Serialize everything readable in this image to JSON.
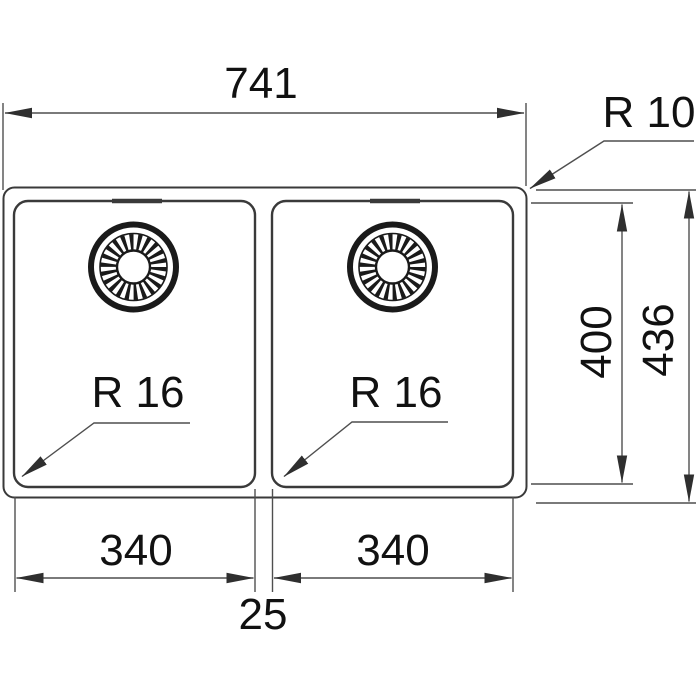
{
  "drawing": {
    "type": "technical-dimension-drawing",
    "subject": "double-bowl sink, top view",
    "dims": {
      "total_width": "741",
      "corner_radius_outer": "R 10",
      "bowl_depth_inner": "400",
      "total_depth": "436",
      "bowl_radius_left": "R 16",
      "bowl_radius_right": "R 16",
      "bowl_width_left": "340",
      "bowl_width_right": "340",
      "center_divider_width": "25"
    },
    "symbols": {
      "left_drain": "drain-outlet-icon",
      "right_drain": "drain-outlet-icon"
    },
    "colors": {
      "background": "#ffffff",
      "outline": "#3a3a3a",
      "dimension_lines": "#4f4f4f",
      "arrow_fill": "#2f2f2f",
      "text": "#111111"
    }
  }
}
